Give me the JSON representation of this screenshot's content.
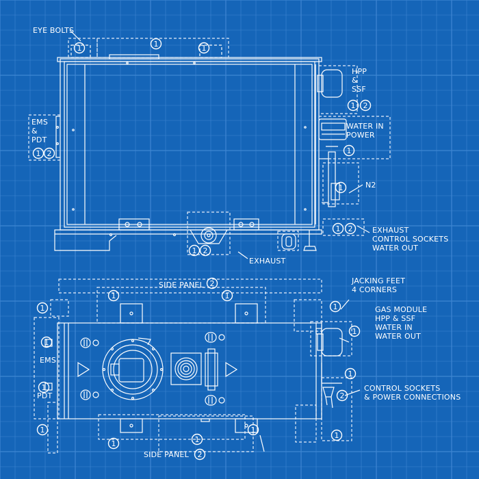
{
  "colors": {
    "background": "#1565b8",
    "grid": "#3f86d2",
    "line": "#ffffff",
    "dash": "#e6eef9"
  },
  "top_view": {
    "eye_bolts": "EYE BOLTS",
    "hpp_ssf": [
      "HPP",
      "&",
      "SSF"
    ],
    "ems_pdt": [
      "EMS",
      "&",
      "PDT"
    ],
    "water_power": [
      "WATER IN",
      "POWER"
    ],
    "n2": "N2",
    "exhaust_group": [
      "EXHAUST",
      "CONTROL SOCKETS",
      "WATER OUT"
    ],
    "exhaust": "EXHAUST"
  },
  "bottom_view": {
    "side_panel_top": "SIDE PANEL",
    "side_panel_bottom": "SIDE PANEL",
    "jacking_feet": [
      "JACKING FEET",
      "4 CORNERS"
    ],
    "gas_module": [
      "GAS MODULE",
      "HPP & SSF",
      "WATER IN",
      "WATER OUT"
    ],
    "control_sockets": [
      "CONTROL SOCKETS",
      "& POWER CONNECTIONS"
    ],
    "ems": "EMS",
    "pdt": "PDT"
  },
  "markers": {
    "one": "1",
    "two": "2"
  }
}
